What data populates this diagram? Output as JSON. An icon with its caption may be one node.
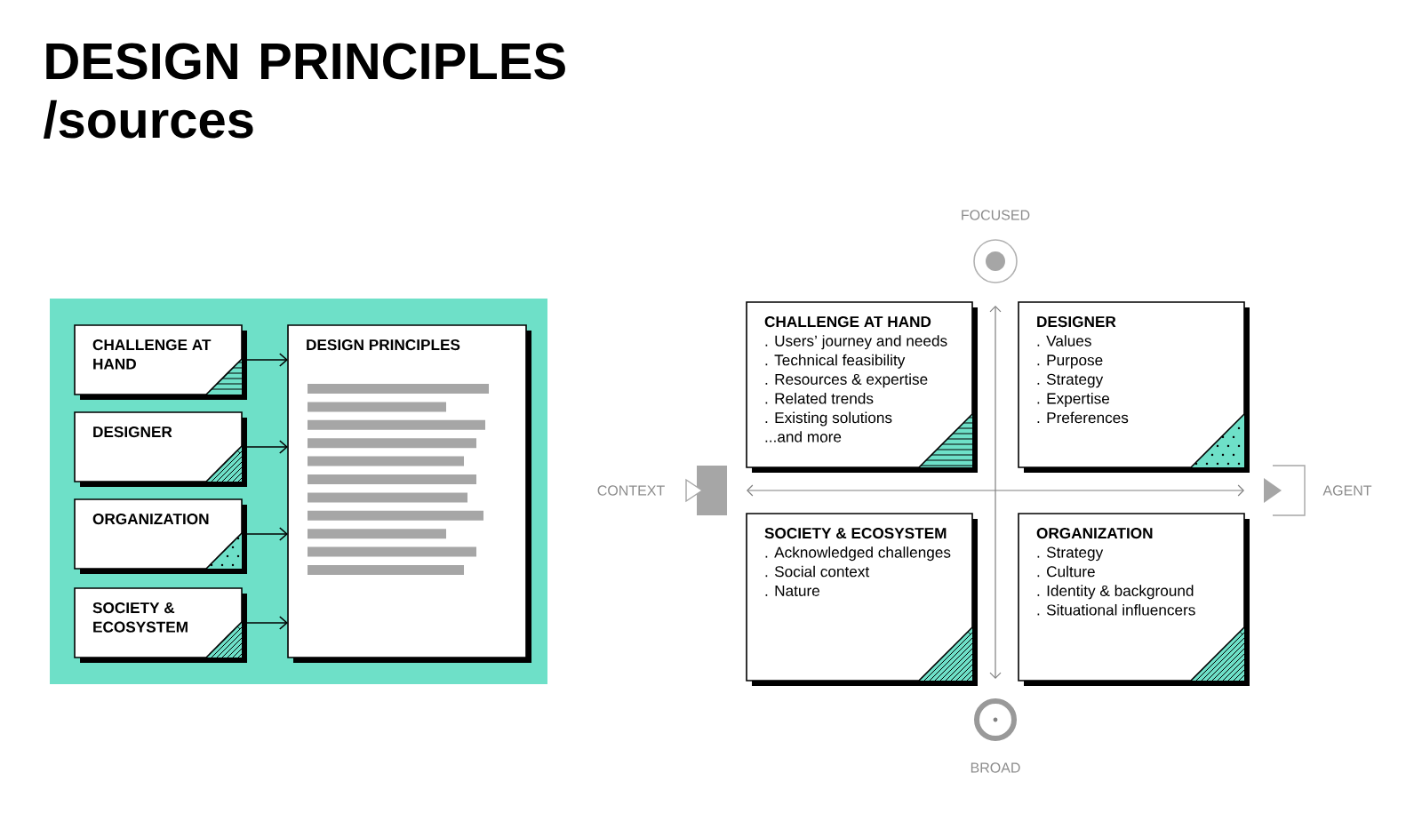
{
  "diagram": {
    "title": "DESIGN PRINCIPLES /sources",
    "nodes": [
      {
        "text": [
          "CHALLENGE AT HAND"
        ]
      },
      {
        "text": [
          "DESIGNER"
        ]
      },
      {
        "text": [
          "ORGANIZATION"
        ]
      },
      {
        "text": [
          "SOCIETY & ECOSYSTEM"
        ]
      },
      {
        "text": [
          "DESIGN PRINCIPLES"
        ]
      },
      {
        "text": [
          "CHALLENGE AT HAND",
          ". Users’ journey and needs",
          ". Technical feasibility",
          ". Resources & expertise",
          ". Related trends",
          ". Existing solutions",
          "...and more"
        ]
      },
      {
        "text": [
          "DESIGNER",
          ". Values",
          ". Purpose",
          ". Strategy",
          ". Expertise",
          ". Preferences"
        ]
      },
      {
        "text": [
          "SOCIETY & ECOSYSTEM",
          ". Acknowledged challenges",
          ". Social context",
          ". Nature"
        ]
      },
      {
        "text": [
          "ORGANIZATION",
          ". Strategy",
          ". Culture",
          ". Identity & background",
          ". Situational influencers"
        ]
      }
    ],
    "edges": [
      {
        "from": 0,
        "to": 4,
        "arrow": "to"
      },
      {
        "from": 1,
        "to": 4,
        "arrow": "to"
      },
      {
        "from": 2,
        "to": 4,
        "arrow": "to"
      },
      {
        "from": 3,
        "to": 4,
        "arrow": "to"
      }
    ],
    "labels": [
      "FOCUSED",
      "CONTEXT",
      "AGENT",
      "BROAD"
    ]
  }
}
